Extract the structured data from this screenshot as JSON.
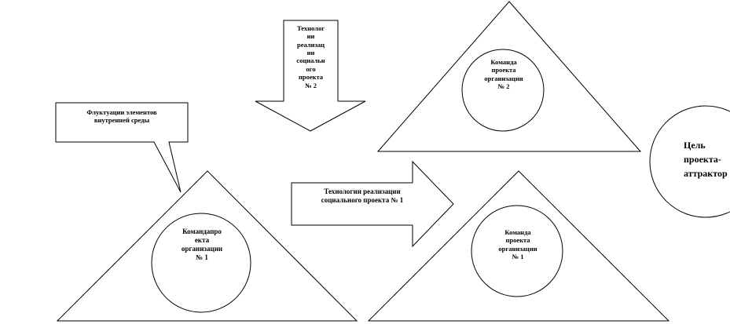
{
  "diagram": {
    "down_arrow_text": "Технолог\nии\nреализац\nии\nсоциальн\nого\nпроекта\n№ 2",
    "callout_text": "Флуктуации элементов\nвнутренней среды",
    "right_arrow_text": "Технологии реализации\nсоциального проекта № 1",
    "triangle_left_text": "Командапро\nекта\nорганизации\n№ 1",
    "triangle_top_text": "Команда\nпроекта\nорганизации\n№ 2",
    "triangle_bottom_text": "Команда\nпроекта\nорганизации\n№ 1",
    "goal_text": "Цель\nпроекта-\nаттрактор"
  }
}
